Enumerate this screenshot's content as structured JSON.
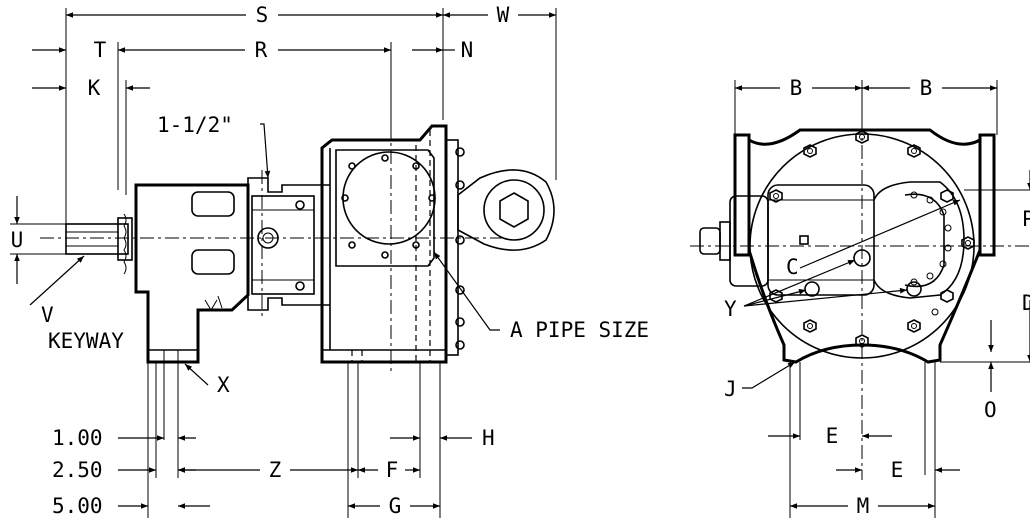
{
  "labels": {
    "S": "S",
    "W": "W",
    "T": "T",
    "R": "R",
    "N": "N",
    "K": "K",
    "inch_1_5": "1-1/2\"",
    "U": "U",
    "V": "V",
    "keyway": "KEYWAY",
    "pipe_size": "A PIPE SIZE",
    "X": "X",
    "d_1_00": "1.00",
    "d_2_50": "2.50",
    "d_5_00": "5.00",
    "Z": "Z",
    "F": "F",
    "G": "G",
    "H": "H",
    "B_left": "B",
    "B_right": "B",
    "P": "P",
    "C": "C",
    "Y": "Y",
    "D": "D",
    "J": "J",
    "O": "O",
    "E_upper": "E",
    "E_lower": "E",
    "M": "M"
  }
}
